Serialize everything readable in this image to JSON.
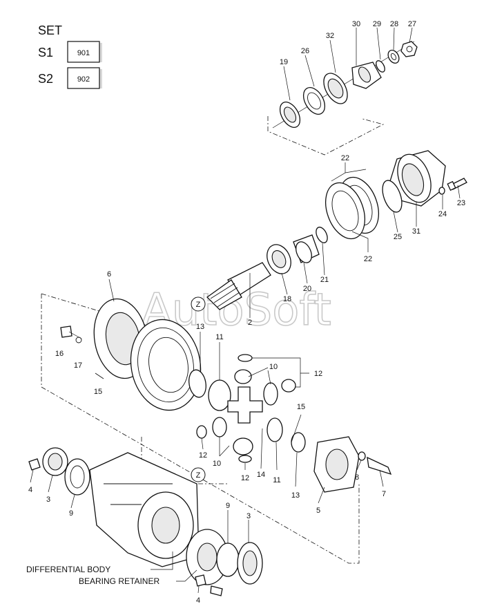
{
  "set_table": {
    "title": "SET",
    "rows": [
      {
        "label": "S1",
        "code": "901"
      },
      {
        "label": "S2",
        "code": "902"
      }
    ]
  },
  "watermark": "AutoSoft",
  "captions": {
    "differential_body": "DIFFERENTIAL BODY",
    "bearing_retainer": "BEARING RETAINER"
  },
  "view_marker": "Z",
  "part_labels": {
    "p30": "30",
    "p29": "29",
    "p28": "28",
    "p27": "27",
    "p32": "32",
    "p26": "26",
    "p19": "19",
    "p22a": "22",
    "p22b": "22",
    "p23": "23",
    "p24": "24",
    "p25": "25",
    "p31": "31",
    "p18": "18",
    "p20": "20",
    "p21": "21",
    "p2": "2",
    "p13a": "13",
    "p6": "6",
    "p16": "16",
    "p17": "17",
    "p15a": "15",
    "p11a": "11",
    "p10a": "10",
    "p12a": "12",
    "p15b": "15",
    "p12b": "12",
    "p10b": "10",
    "p14": "14",
    "p12c": "12",
    "p11b": "11",
    "p13b": "13",
    "p8": "8",
    "p7": "7",
    "p5": "5",
    "p4a": "4",
    "p3a": "3",
    "p9a": "9",
    "p9b": "9",
    "p3b": "3",
    "p4b": "4"
  }
}
